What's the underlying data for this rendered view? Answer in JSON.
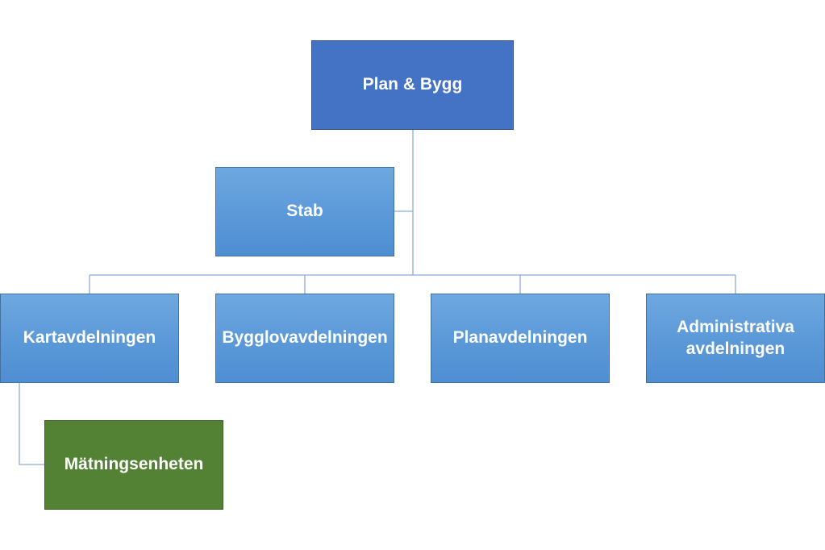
{
  "org_chart": {
    "root": {
      "label": "Plan & Bygg",
      "color": "#4472c4"
    },
    "assistant": {
      "label": "Stab"
    },
    "departments": [
      {
        "label": "Kartavdelningen"
      },
      {
        "label": "Bygglovavdelningen"
      },
      {
        "label": "Planavdelningen"
      },
      {
        "label": "Administrativa\navdelningen"
      }
    ],
    "sub_units": [
      {
        "label": "Mätningsenheten",
        "parent": "Kartavdelningen",
        "color": "#548235"
      }
    ],
    "department_color": "#5b9bd5",
    "line_color": "#8eaadb"
  }
}
